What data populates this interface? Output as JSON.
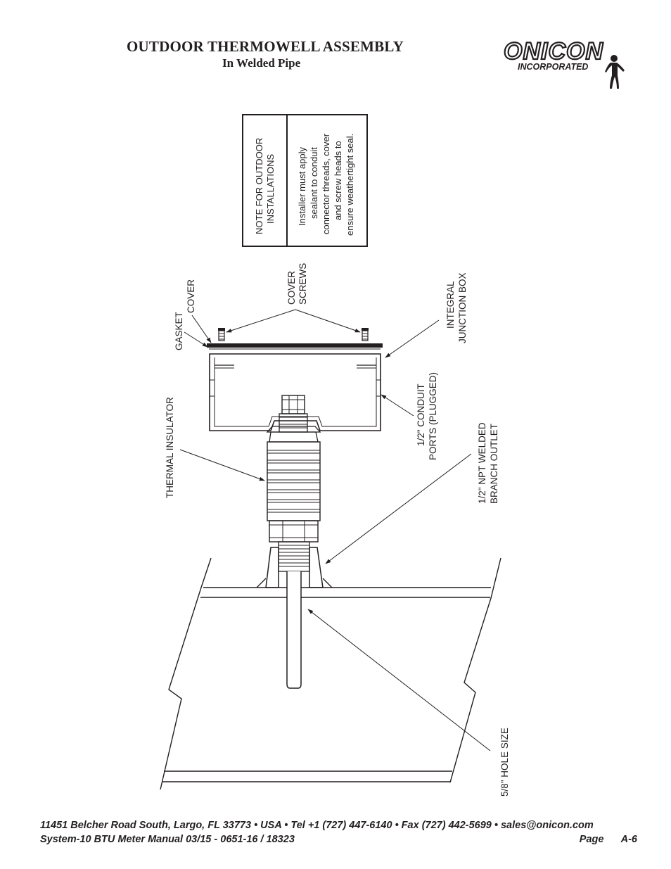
{
  "header": {
    "title": "OUTDOOR THERMOWELL ASSEMBLY",
    "subtitle": "In Welded Pipe"
  },
  "logo": {
    "brand": "ONICON",
    "tagline": "INCORPORATED"
  },
  "note": {
    "heading_lines": [
      "NOTE FOR OUTDOOR",
      "INSTALLATIONS"
    ],
    "body_lines": [
      "Installer must apply",
      "sealant to conduit",
      "connector threads, cover",
      "and screw heads to",
      "ensure weathertight seal."
    ]
  },
  "labels": {
    "gasket": "GASKET",
    "cover": "COVER",
    "cover_screws": [
      "COVER",
      "SCREWS"
    ],
    "junction_box": [
      "INTEGRAL",
      "JUNCTION BOX"
    ],
    "conduit_ports": [
      "1/2\" CONDUIT",
      "PORTS (PLUGGED)"
    ],
    "thermal_insulator": "THERMAL INSULATOR",
    "branch_outlet": [
      "1/2\" NPT WELDED",
      "BRANCH OUTLET"
    ],
    "hole_size": "5/8\" HOLE SIZE"
  },
  "footer": {
    "address": "11451 Belcher Road South, Largo, FL 33773 • USA • Tel +1 (727) 447-6140 • Fax (727) 442-5699 • sales@onicon.com",
    "manual": "System-10 BTU Meter Manual 03/15 - 0651-16 / 18323",
    "page_label": "Page",
    "page_number": "A-6"
  }
}
